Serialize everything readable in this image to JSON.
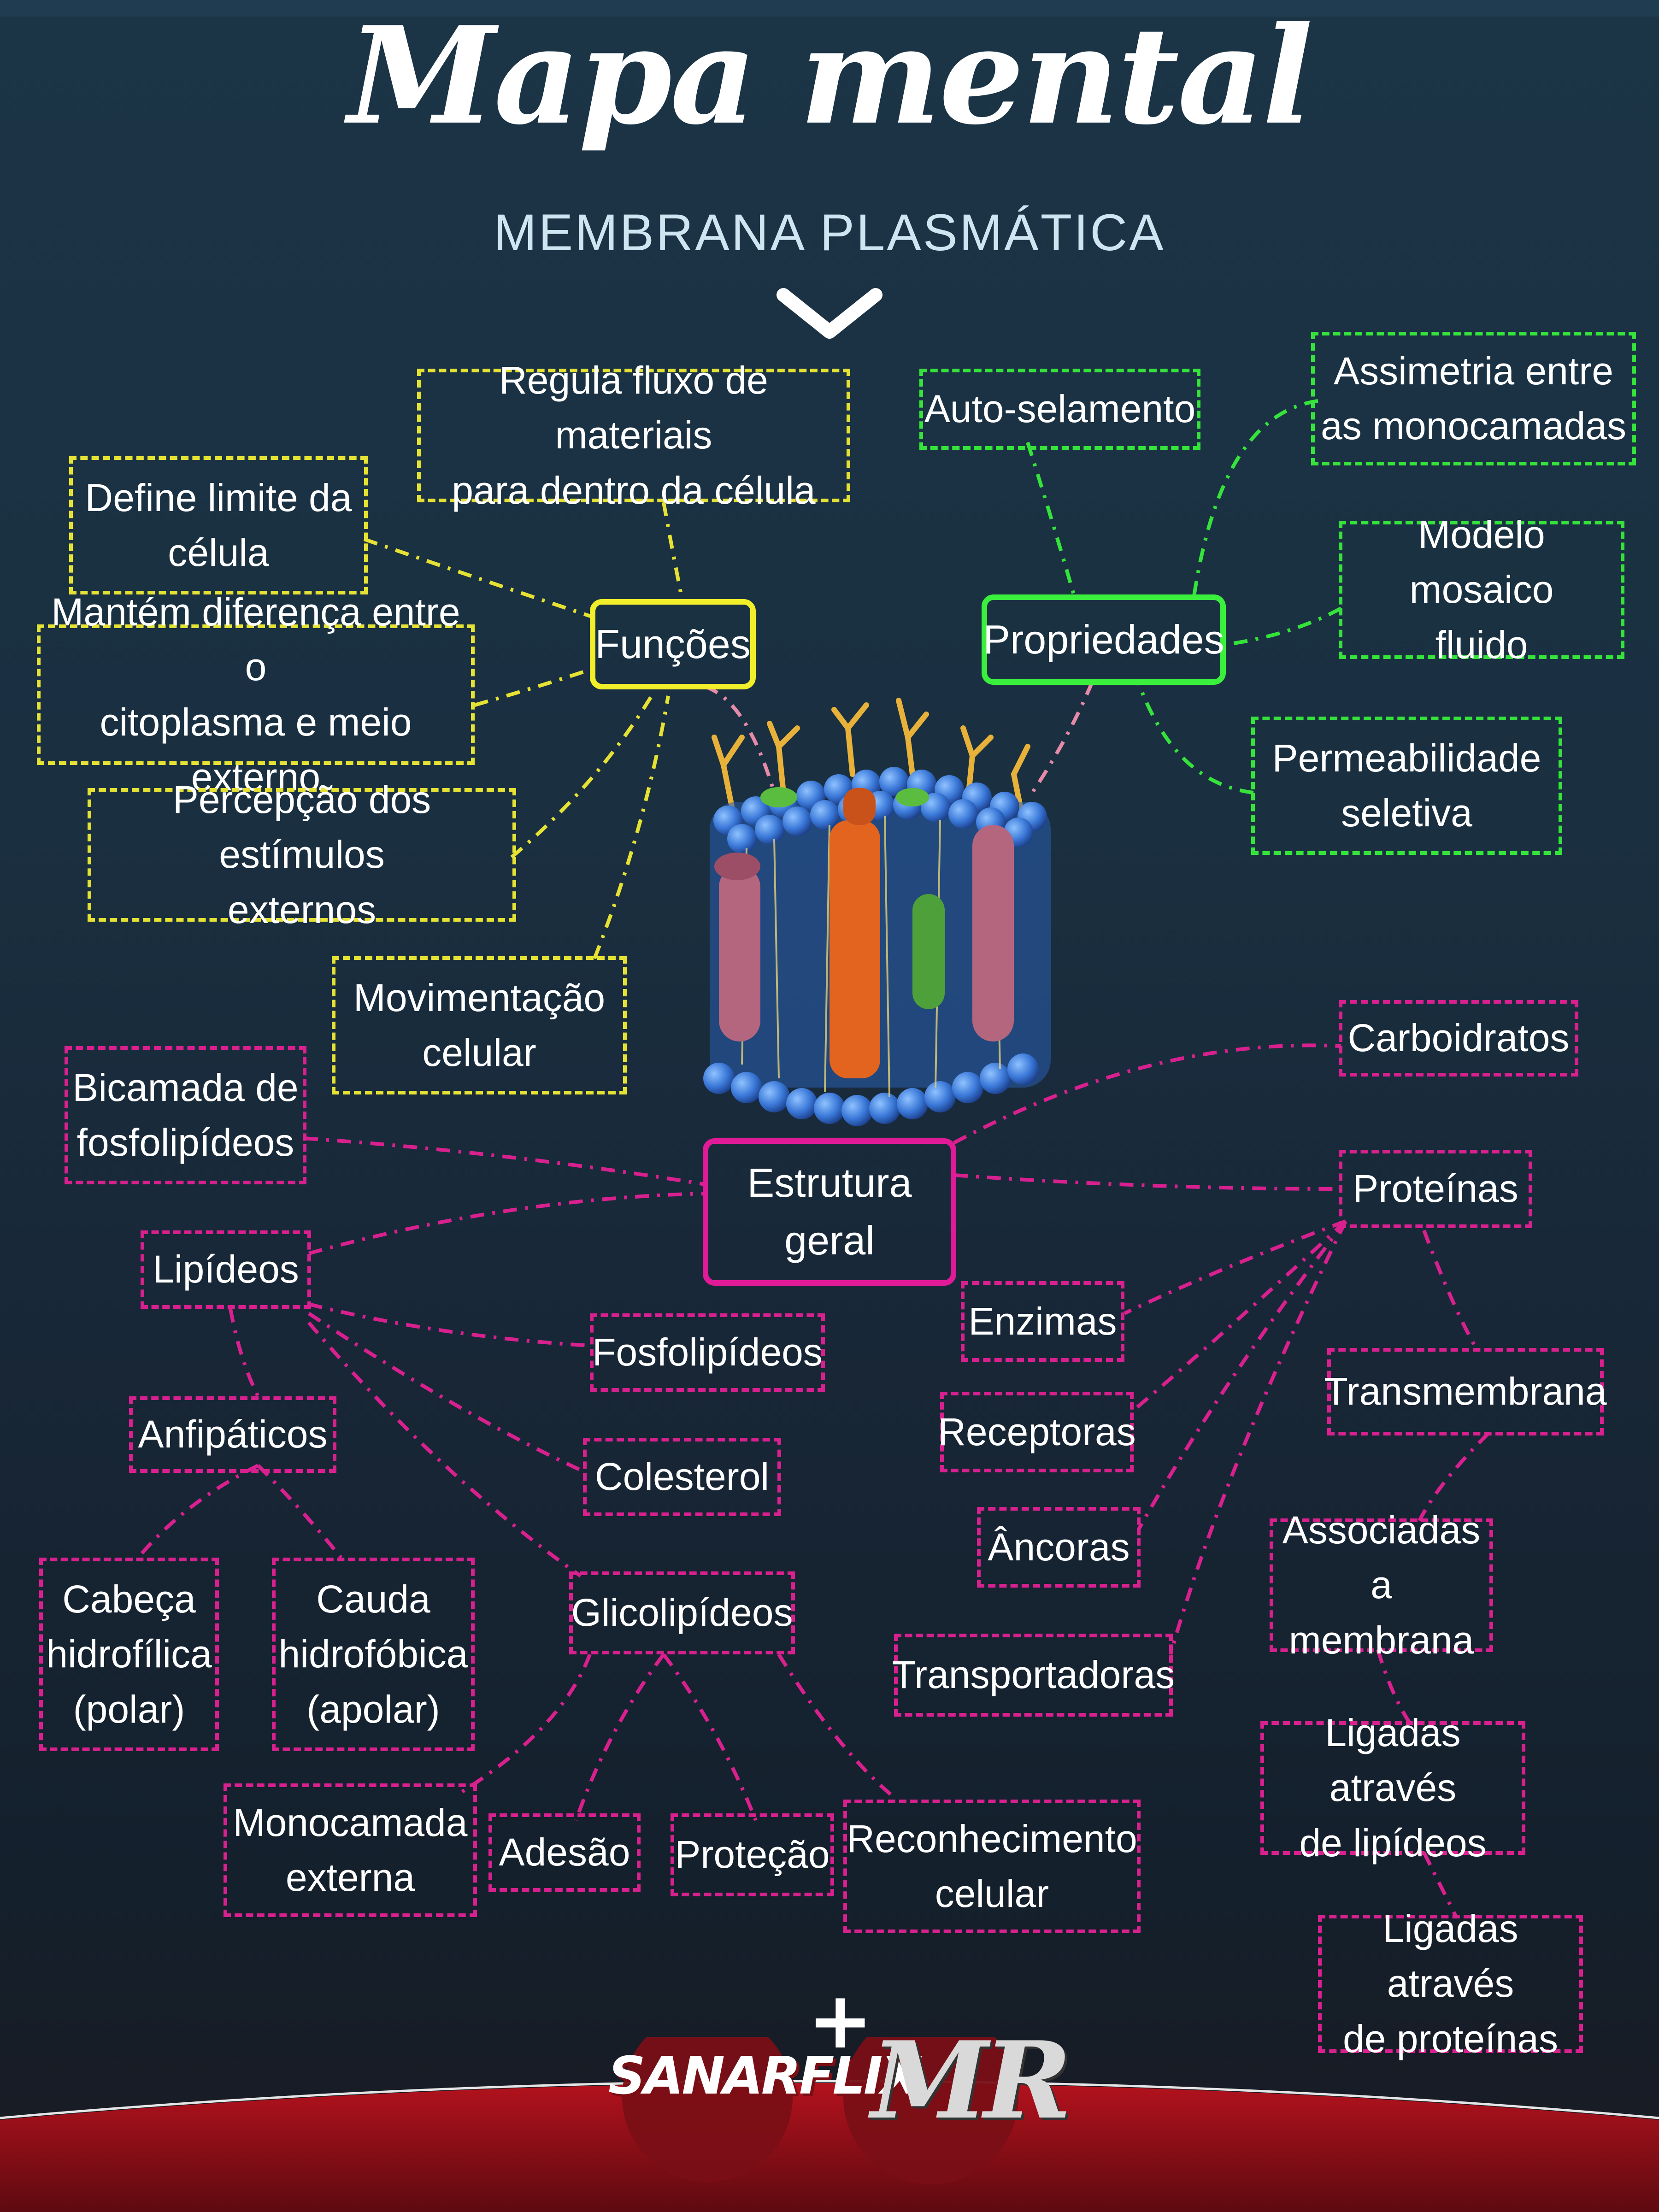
{
  "header": {
    "title": "Mapa mental",
    "subtitle": "MEMBRANA PLASMÁTICA"
  },
  "colors": {
    "funcoes": "#f1ee2a",
    "propriedades": "#3bf03c",
    "estrutura": "#e11b98",
    "background": "#1b3446",
    "footer": "#8e1118"
  },
  "funcoes": {
    "hub": "Funções",
    "items": [
      "Regula fluxo de materiais\npara dentro da célula",
      "Define limite da\ncélula",
      "Mantém diferença entre o\ncitoplasma e meio externo",
      "Percepção dos estímulos\nexternos",
      "Movimentação\ncelular"
    ]
  },
  "propriedades": {
    "hub": "Propriedades",
    "items": [
      "Auto-selamento",
      "Assimetria entre\nas monocamadas",
      "Modelo mosaico\nfluido",
      "Permeabilidade\nseletiva"
    ]
  },
  "estrutura": {
    "hub": "Estrutura\ngeral",
    "bicamada": "Bicamada de\nfosfolipídeos",
    "carboidratos": "Carboidratos",
    "lipideos": {
      "label": "Lipídeos",
      "fosfolipideos": "Fosfolipídeos",
      "colesterol": "Colesterol",
      "anfipaticos": "Anfipáticos",
      "cabeca": "Cabeça\nhidrofílica\n(polar)",
      "cauda": "Cauda\nhidrofóbica\n(apolar)",
      "glicolipideos": "Glicolipídeos",
      "monocamada": "Monocamada\nexterna",
      "adesao": "Adesão",
      "protecao": "Proteção",
      "reconhecimento": "Reconhecimento\ncelular"
    },
    "proteinas": {
      "label": "Proteínas",
      "enzimas": "Enzimas",
      "receptoras": "Receptoras",
      "ancoras": "Âncoras",
      "transportadoras": "Transportadoras",
      "transmembrana": "Transmembrana",
      "associadas": "Associadas a\nmembrana",
      "ligadas_lipideos": "Ligadas através\nde lipídeos",
      "ligadas_proteinas": "Ligadas através\nde proteínas"
    }
  },
  "footer": {
    "logo_left": "SANARFLIX",
    "plus": "+",
    "logo_right": "MR"
  }
}
